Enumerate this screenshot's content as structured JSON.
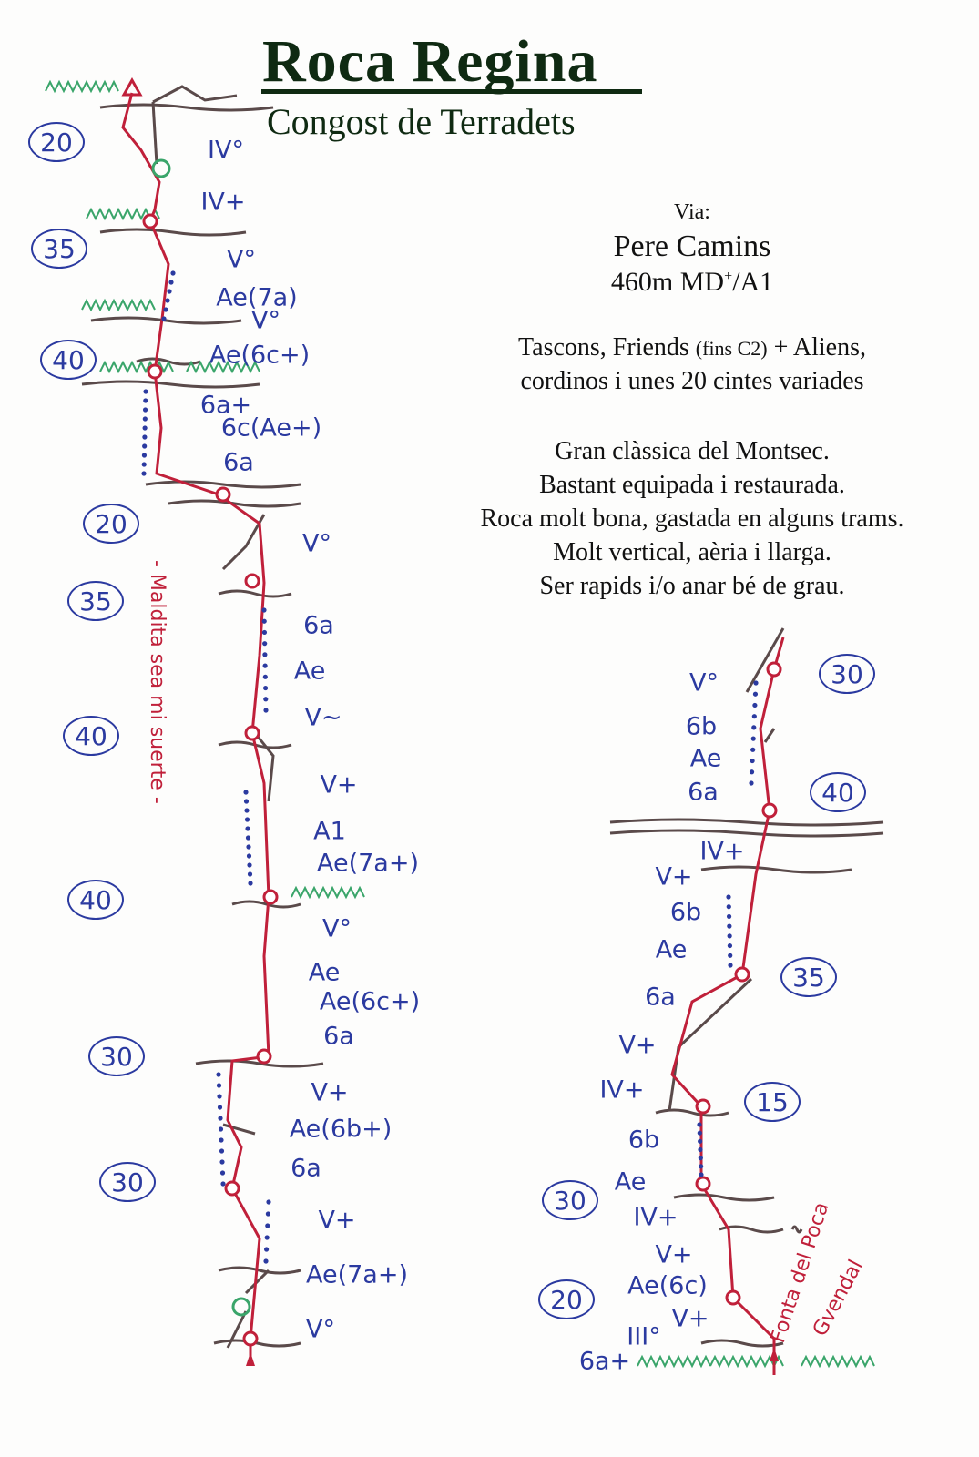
{
  "header": {
    "title": "Roca  Regina",
    "subtitle": "Congost de Terradets"
  },
  "route": {
    "via_label": "Via:",
    "name": "Pere  Camins",
    "length_grade": "460m  MD",
    "grade_sup": "+",
    "grade_suffix": "/A1",
    "gear_line1_a": "Tascons, Friends ",
    "gear_line1_b": "(fins C2)",
    "gear_line1_c": " + Aliens,",
    "gear_line2": "cordinos i unes 20 cintes variades",
    "notes": [
      "Gran clàssica del Montsec.",
      "Bastant equipada i restaurada.",
      "Roca molt bona, gastada en alguns trams.",
      "Molt vertical, aèria i llarga.",
      "Ser rapids i/o anar bé de grau."
    ]
  },
  "topo_left": {
    "pitch_lengths": [
      "20",
      "35",
      "40",
      "20",
      "35",
      "40",
      "40",
      "30",
      "30"
    ],
    "grades": [
      "IV°",
      "IV+",
      "V°",
      "Ae(7a)",
      "V°",
      "Ae(6c+)",
      "6a+",
      "6c(Ae+)",
      "6a",
      "V°",
      "6a",
      "Ae",
      "V~",
      "V+",
      "A1",
      "Ae(7a+)",
      "V°",
      "Ae",
      "Ae(6c+)",
      "6a",
      "V+",
      "Ae(6b+)",
      "6a",
      "V+",
      "Ae(7a+)",
      "V°"
    ],
    "annotation": "- Maldita sea mi suerte -"
  },
  "topo_right": {
    "pitch_lengths": [
      "30",
      "40",
      "35",
      "15",
      "30",
      "20"
    ],
    "grades": [
      "V°",
      "6b",
      "Ae",
      "6a",
      "IV+",
      "V+",
      "6b",
      "Ae",
      "6a",
      "V+",
      "IV+",
      "6b",
      "Ae",
      "IV+",
      "V+",
      "Ae(6c)",
      "V+",
      "III°",
      "6a+"
    ],
    "annotation_1": "Fonta del Poca",
    "annotation_2": "Gvendal"
  },
  "colors": {
    "route": "#c0203a",
    "ink": "#2b3aa0",
    "rock": "#5a4a4a",
    "grass": "#3aa56a"
  }
}
